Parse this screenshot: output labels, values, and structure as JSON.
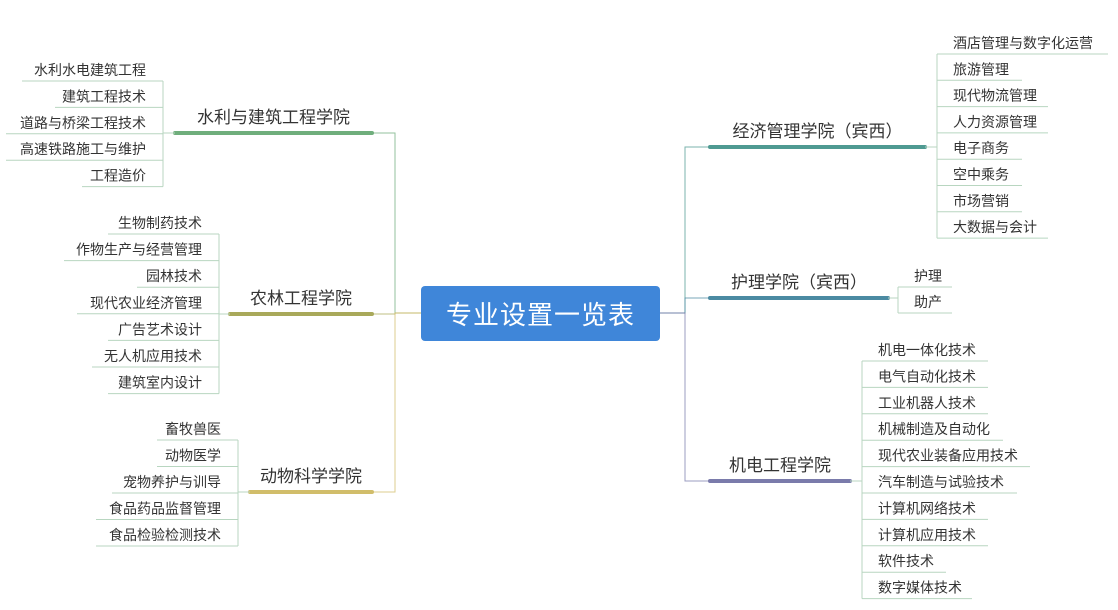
{
  "central": {
    "title": "专业设置一览表",
    "color": "#3f86d9"
  },
  "branches": [
    {
      "name": "水利与建筑工程学院",
      "side": "left",
      "color": "#6fae7c",
      "majors": [
        "水利水电建筑工程",
        "建筑工程技术",
        "道路与桥梁工程技术",
        "高速铁路施工与维护",
        "工程造价"
      ]
    },
    {
      "name": "农林工程学院",
      "side": "left",
      "color": "#a9a95a",
      "majors": [
        "生物制药技术",
        "作物生产与经营管理",
        "园林技术",
        "现代农业经济管理",
        "广告艺术设计",
        "无人机应用技术",
        "建筑室内设计"
      ]
    },
    {
      "name": "动物科学学院",
      "side": "left",
      "color": "#d1bd6a",
      "majors": [
        "畜牧兽医",
        "动物医学",
        "宠物养护与训导",
        "食品药品监督管理",
        "食品检验检测技术"
      ]
    },
    {
      "name": "经济管理学院（宾西）",
      "side": "right",
      "color": "#4f9a92",
      "majors": [
        "酒店管理与数字化运营",
        "旅游管理",
        "现代物流管理",
        "人力资源管理",
        "电子商务",
        "空中乘务",
        "市场营销",
        "大数据与会计"
      ]
    },
    {
      "name": "护理学院（宾西）",
      "side": "right",
      "color": "#4b8aa2",
      "majors": [
        "护理",
        "助产"
      ]
    },
    {
      "name": "机电工程学院",
      "side": "right",
      "color": "#7a7bab",
      "majors": [
        "机电一体化技术",
        "电气自动化技术",
        "工业机器人技术",
        "机械制造及自动化",
        "现代农业装备应用技术",
        "汽车制造与试验技术",
        "计算机网络技术",
        "计算机应用技术",
        "软件技术",
        "数字媒体技术"
      ]
    }
  ]
}
